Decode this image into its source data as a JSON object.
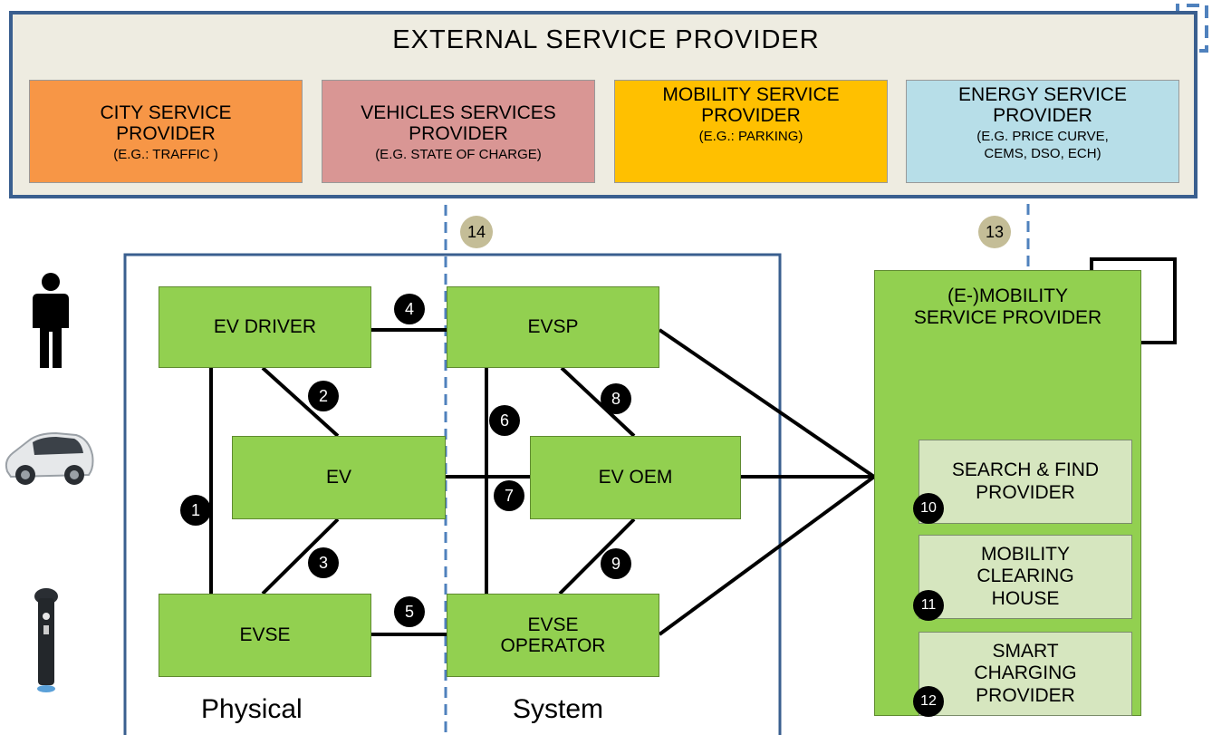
{
  "external": {
    "title": "EXTERNAL  SERVICE  PROVIDER",
    "providers": [
      {
        "line1": "CITY SERVICE",
        "line2": "PROVIDER",
        "sub1": "(E.G.: TRAFFIC )",
        "sub2": "",
        "color": "#f79646"
      },
      {
        "line1": "VEHICLES SERVICES",
        "line2": "PROVIDER",
        "sub1": "(E.G. STATE OF CHARGE)",
        "sub2": "",
        "color": "#d99694"
      },
      {
        "line1": "MOBILITY SERVICE",
        "line2": "PROVIDER",
        "sub1": "(E.G.: PARKING)",
        "sub2": "",
        "color": "#ffc000"
      },
      {
        "line1": "ENERGY SERVICE",
        "line2": "PROVIDER",
        "sub1": "(E.G. PRICE CURVE,",
        "sub2": "CEMS, DSO, ECH)",
        "color": "#b7dee8"
      }
    ]
  },
  "entities": {
    "ev_driver": "EV DRIVER",
    "evsp": "EVSP",
    "ev": "EV",
    "ev_oem": "EV OEM",
    "evse": "EVSE",
    "evse_operator_1": "EVSE",
    "evse_operator_2": "OPERATOR"
  },
  "emobility": {
    "title1": "(E-)MOBILITY",
    "title2": "SERVICE PROVIDER",
    "search1": "SEARCH & FIND",
    "search2": "PROVIDER",
    "clearing1": "MOBILITY",
    "clearing2": "CLEARING",
    "clearing3": "HOUSE",
    "smart1": "SMART",
    "smart2": "CHARGING",
    "smart3": "PROVIDER"
  },
  "badges": {
    "b1": "1",
    "b2": "2",
    "b3": "3",
    "b4": "4",
    "b5": "5",
    "b6": "6",
    "b7": "7",
    "b8": "8",
    "b9": "9",
    "b10": "10",
    "b11": "11",
    "b12": "12",
    "b13": "13",
    "b14": "14"
  },
  "section_labels": {
    "physical": "Physical",
    "system": "System"
  },
  "side_icons": [
    "person-icon",
    "car-icon",
    "charging-station-icon"
  ],
  "colors": {
    "frame": "#3a5f8f",
    "dashed": "#4f81bd",
    "entity_green": "#92d050",
    "sub_green": "#d6e6bf",
    "badge_tan": "#c4bd97"
  }
}
